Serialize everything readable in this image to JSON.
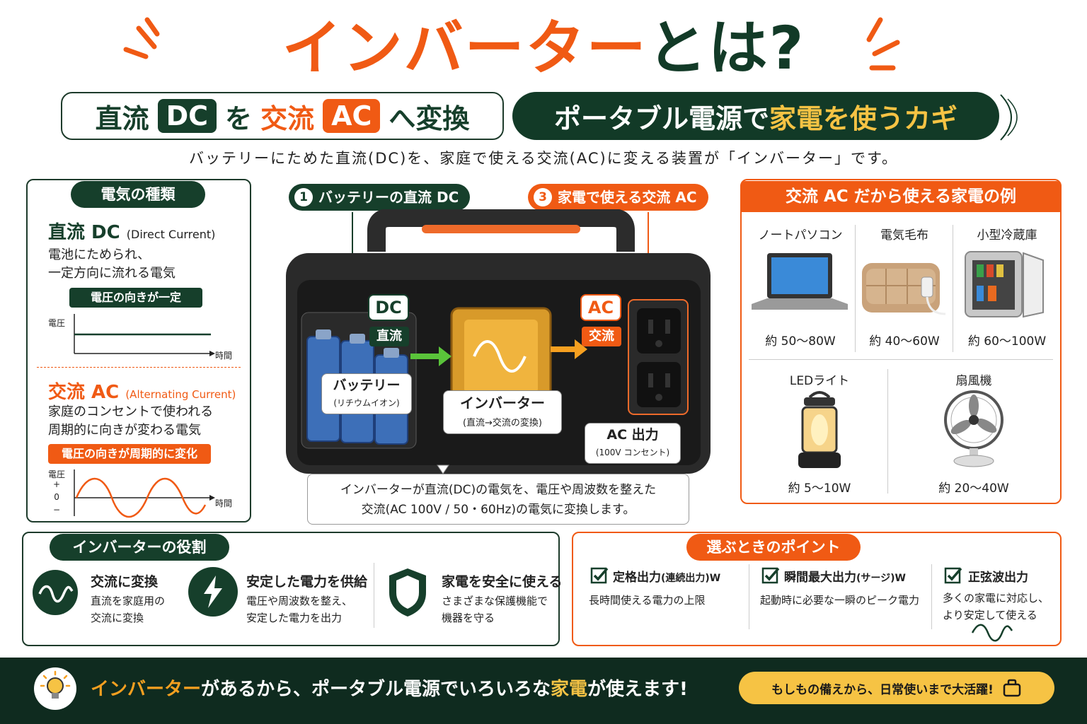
{
  "title": {
    "orange": "インバーター",
    "green": "とは?"
  },
  "pill1": {
    "a": "直流",
    "dc": "DC",
    "wo": "を",
    "b": "交流",
    "ac": "AC",
    "c": "へ変換"
  },
  "pill2": {
    "white": "ポータブル電源で",
    "yellow": "家電を使うカギ"
  },
  "intro": "バッテリーにためた直流(DC)を、家庭で使える交流(AC)に変える装置が「インバーター」です。",
  "types": {
    "header": "電気の種類",
    "dc_title": "直流 DC",
    "dc_en": "(Direct Current)",
    "dc_desc1": "電池にためられ、",
    "dc_desc2": "一定方向に流れる電気",
    "dc_badge": "電圧の向きが一定",
    "voltage": "電圧",
    "time": "時間",
    "ac_title": "交流 AC",
    "ac_en": "(Alternating Current)",
    "ac_desc1": "家庭のコンセントで使われる",
    "ac_desc2": "周期的に向きが変わる電気",
    "ac_badge": "電圧の向きが周期的に変化",
    "plus": "+",
    "zero": "0",
    "minus": "−"
  },
  "device": {
    "callout1_num": "1",
    "callout1": "バッテリーの直流 DC",
    "callout3_num": "3",
    "callout3": "家電で使える交流 AC",
    "dc_tag": "DC",
    "dc_sub": "直流",
    "ac_tag": "AC",
    "ac_sub": "交流",
    "battery": "バッテリー",
    "battery_sub": "(リチウムイオン)",
    "inverter": "インバーター",
    "inverter_sub": "(直流→交流の変換)",
    "ac_out": "AC 出力",
    "ac_out_sub": "(100V コンセント)",
    "desc1": "インバーターが直流(DC)の電気を、電圧や周波数を整えた",
    "desc2": "交流(AC 100V / 50・60Hz)の電気に変換します。"
  },
  "appliances": {
    "header": "交流 AC だから使える家電の例",
    "items": [
      {
        "name": "ノートパソコン",
        "watt": "約 50〜80W"
      },
      {
        "name": "電気毛布",
        "watt": "約 40〜60W"
      },
      {
        "name": "小型冷蔵庫",
        "watt": "約 60〜100W"
      },
      {
        "name": "LEDライト",
        "watt": "約 5〜10W"
      },
      {
        "name": "扇風機",
        "watt": "約 20〜40W"
      }
    ]
  },
  "roles": {
    "header": "インバーターの役割",
    "items": [
      {
        "title": "交流に変換",
        "d1": "直流を家庭用の",
        "d2": "交流に変換"
      },
      {
        "title": "安定した電力を供給",
        "d1": "電圧や周波数を整え、",
        "d2": "安定した電力を出力"
      },
      {
        "title": "家電を安全に使える",
        "d1": "さまざまな保護機能で",
        "d2": "機器を守る"
      }
    ]
  },
  "points": {
    "header": "選ぶときのポイント",
    "items": [
      {
        "title": "定格出力",
        "sub": "(連続出力)W",
        "d1": "長時間使える電力の上限",
        "d2": ""
      },
      {
        "title": "瞬間最大出力",
        "sub": "(サージ)W",
        "d1": "起動時に必要な一瞬のピーク電力",
        "d2": ""
      },
      {
        "title": "正弦波出力",
        "sub": "",
        "d1": "多くの家電に対応し、",
        "d2": "より安定して使える"
      }
    ]
  },
  "footer": {
    "orange": "インバーター",
    "mid1": "があるから、ポータブル電源でいろいろな",
    "yellow": "家電",
    "mid2": "が使えます!",
    "badge": "もしもの備えから、日常使いまで大活躍!"
  },
  "colors": {
    "green": "#163f2b",
    "orange": "#f05a14",
    "yellow": "#f6c344"
  }
}
